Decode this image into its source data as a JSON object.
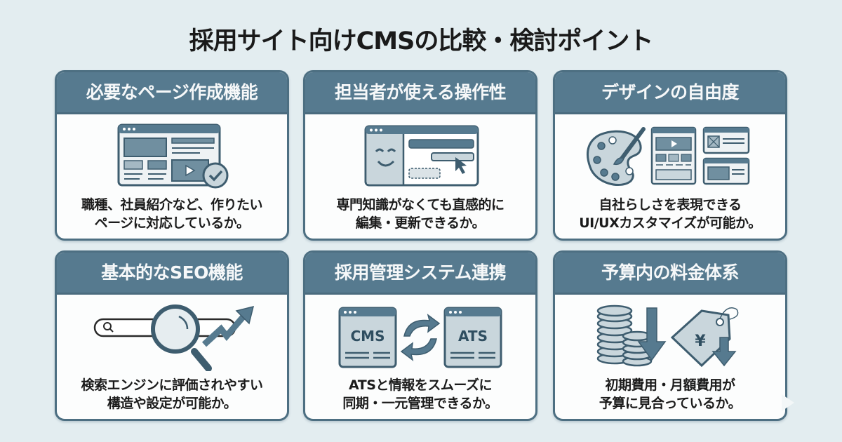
{
  "title": "採用サイト向けCMSの比較・検討ポイント",
  "colors": {
    "background": "#e3edf0",
    "header_band": "#567a8f",
    "border": "#4d6f82",
    "card_body": "#fcfdfd",
    "icon_fill": "#c9d6dc",
    "icon_dark": "#4f7388"
  },
  "cards": [
    {
      "heading": "必要なページ作成機能",
      "icon": "webpage-layout-check-icon",
      "line1": "職種、社員紹介など、作りたい",
      "line2": "ページに対応しているか。"
    },
    {
      "heading": "担当者が使える操作性",
      "icon": "smiley-editor-cursor-icon",
      "line1": "専門知識がなくても直感的に",
      "line2": "編集・更新できるか。"
    },
    {
      "heading": "デザインの自由度",
      "icon": "palette-layouts-icon",
      "line1": "自社らしさを表現できる",
      "line2": "UI/UXカスタマイズが可能か。"
    },
    {
      "heading": "基本的なSEO機能",
      "icon": "search-magnifier-growth-icon",
      "line1": "検索エンジンに評価されやすい",
      "line2": "構造や設定が可能か。"
    },
    {
      "heading": "採用管理システム連携",
      "icon": "cms-ats-sync-icon",
      "line1": "ATSと情報をスムーズに",
      "line2": "同期・一元管理できるか。",
      "labels": {
        "left": "CMS",
        "right": "ATS"
      }
    },
    {
      "heading": "予算内の料金体系",
      "icon": "coins-price-tag-down-icon",
      "line1": "初期費用・月額費用が",
      "line2": "予算に見合っているか。",
      "tag_symbol": "¥"
    }
  ]
}
